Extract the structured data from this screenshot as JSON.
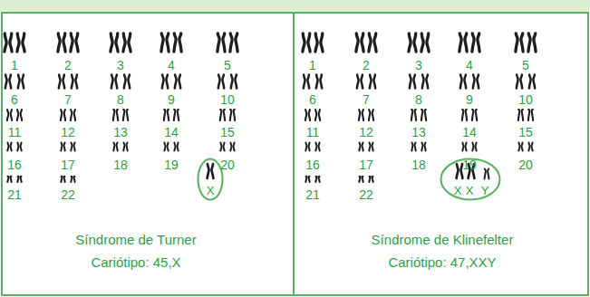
{
  "diagram": {
    "nodes": [
      {
        "text": [
          "Síndrome de Turner",
          "Cariótipo: 45,X"
        ]
      },
      {
        "text": [
          "X"
        ],
        "in": 0
      },
      {
        "text": [
          "Síndrome de Klinefelter",
          "Cariótipo: 47,XXY"
        ]
      },
      {
        "text": [
          "X",
          "X",
          "Y"
        ],
        "in": 2
      }
    ],
    "labels": [
      "1",
      "2",
      "3",
      "4",
      "5",
      "6",
      "7",
      "8",
      "9",
      "10",
      "11",
      "12",
      "13",
      "14",
      "15",
      "16",
      "17",
      "18",
      "19",
      "20",
      "21",
      "22",
      "1",
      "2",
      "3",
      "4",
      "5",
      "6",
      "7",
      "8",
      "9",
      "10",
      "11",
      "12",
      "13",
      "14",
      "15",
      "16",
      "17",
      "18",
      "19",
      "20",
      "21",
      "22"
    ]
  }
}
